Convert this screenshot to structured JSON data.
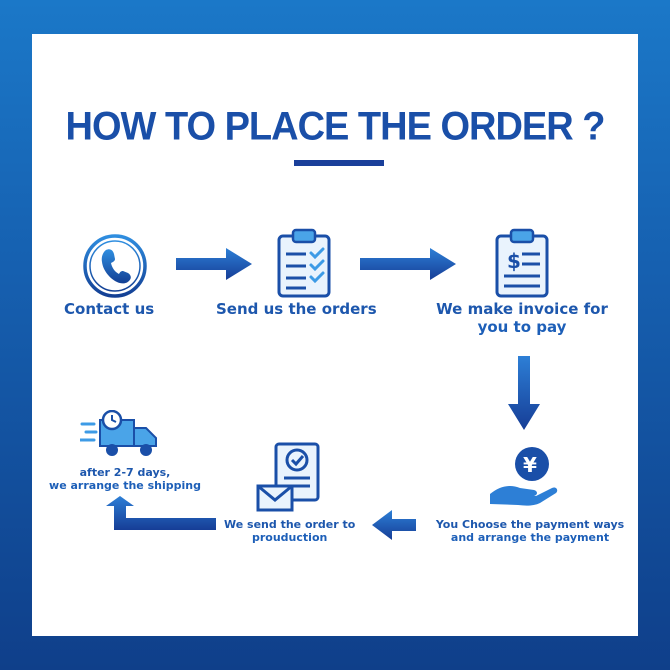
{
  "title": "HOW TO PLACE THE ORDER ?",
  "colors": {
    "accent": "#1a4fa8",
    "frame": "#1660b0",
    "background": "#ffffff"
  },
  "steps": [
    {
      "icon": "phone-icon",
      "label": "Contact us"
    },
    {
      "icon": "clipboard-checklist-icon",
      "label": "Send us the orders"
    },
    {
      "icon": "invoice-icon",
      "label_line1": "We make invoice for",
      "label_line2": "you to pay"
    },
    {
      "icon": "yen-payment-hand-icon",
      "label_line1": "You Choose the payment ways",
      "label_line2": "and arrange the payment"
    },
    {
      "icon": "document-mail-icon",
      "label_line1": "We send the order to",
      "label_line2": "prouduction"
    },
    {
      "icon": "delivery-truck-icon",
      "label_line1": "after 2-7 days,",
      "label_line2": "we arrange the shipping"
    }
  ]
}
